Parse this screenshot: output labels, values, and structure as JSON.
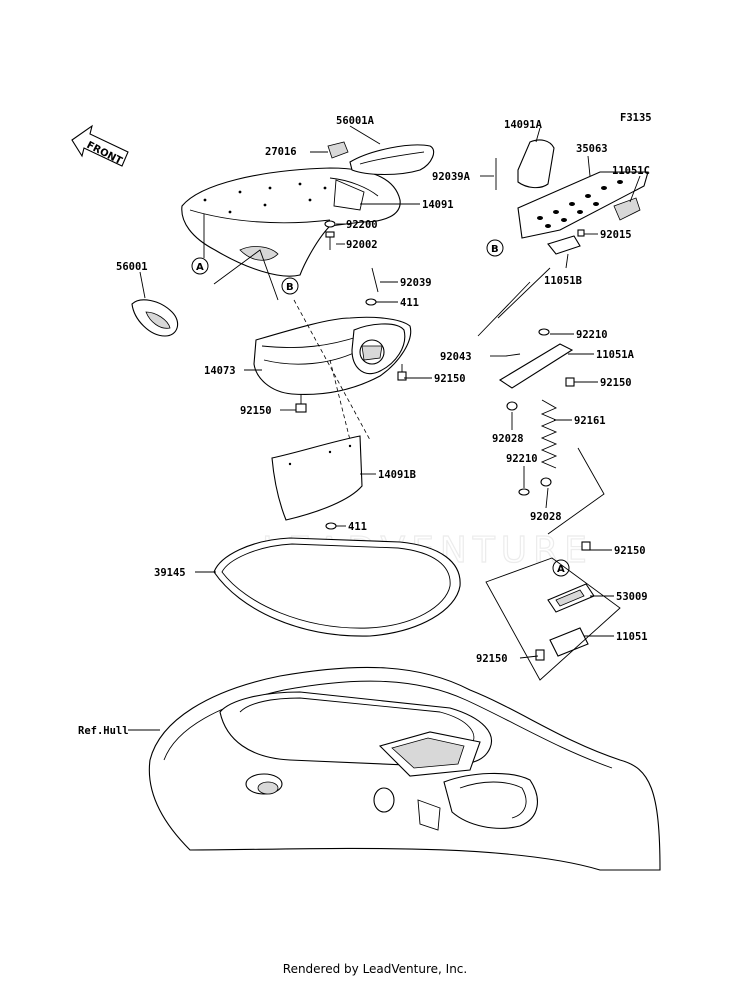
{
  "figure_code": "F3135",
  "front_arrow_label": "FRONT",
  "watermark": "LEADVENTURE",
  "footer": "Rendered by LeadVenture, Inc.",
  "reference_circles": {
    "a": "A",
    "b": "B"
  },
  "labels": {
    "p56001A": "56001A",
    "p27016": "27016",
    "p92200": "92200",
    "p14091": "14091",
    "p92002": "92002",
    "p56001": "56001",
    "p92039": "92039",
    "p411a": "411",
    "p14073": "14073",
    "p92150a": "92150",
    "p92150b": "92150",
    "p14091B": "14091B",
    "p411b": "411",
    "p14091A": "14091A",
    "p35063": "35063",
    "p11051C": "11051C",
    "p92039A": "92039A",
    "p92015": "92015",
    "p11051B": "11051B",
    "p92210a": "92210",
    "p92043": "92043",
    "p11051A": "11051A",
    "p92150c": "92150",
    "p92028a": "92028",
    "p92161": "92161",
    "p92210b": "92210",
    "p92028b": "92028",
    "p39145": "39145",
    "p92150d": "92150",
    "p53009": "53009",
    "p11051": "11051",
    "p92150e": "92150",
    "refHull": "Ref.Hull"
  }
}
